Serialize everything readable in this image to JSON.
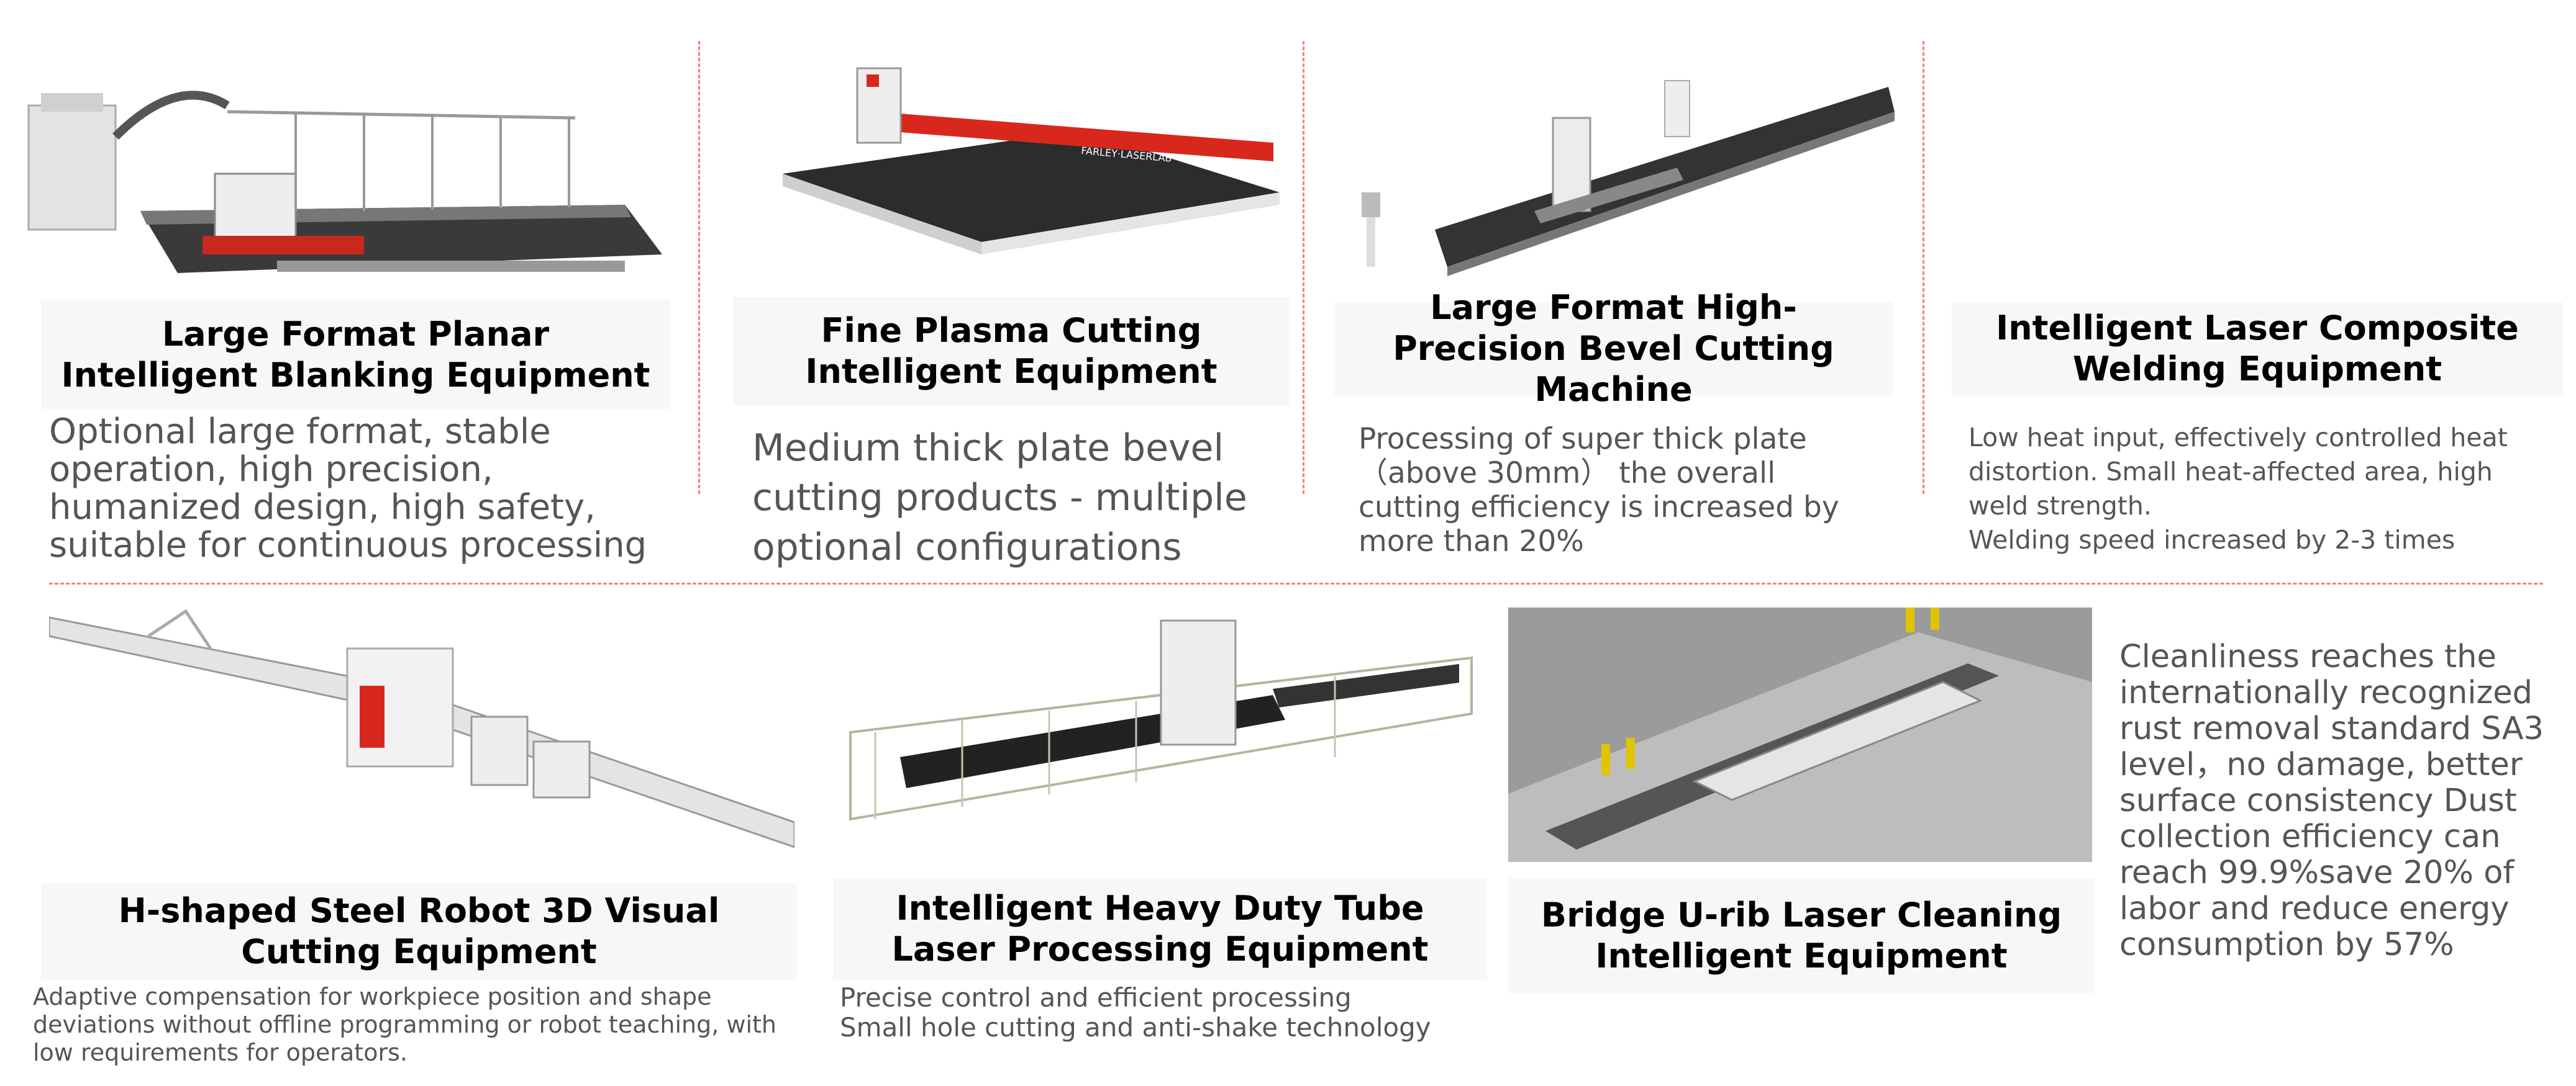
{
  "products": [
    {
      "title": "Large Format Planar Intelligent Blanking Equipment",
      "description": "Optional large format, stable operation, high precision, humanized design, high safety, suitable for continuous processing"
    },
    {
      "title": "Fine Plasma Cutting Intelligent Equipment",
      "description": "Medium thick plate bevel cutting products - multiple optional configurations",
      "machine_label": "FARLEY·LASERLAB"
    },
    {
      "title": "Large Format High-Precision Bevel Cutting Machine",
      "description": "Processing of super thick plate\n（above 30mm） the overall cutting efficiency is increased by more than 20%"
    },
    {
      "title": "Intelligent Laser Composite Welding Equipment",
      "description": "Low heat input, effectively controlled heat distortion. Small heat-affected area, high weld strength.\nWelding speed increased by 2-3 times"
    },
    {
      "title": "H-shaped Steel Robot 3D Visual Cutting Equipment",
      "description": "Adaptive compensation for workpiece position and shape deviations without offline programming or robot teaching, with low requirements for operators."
    },
    {
      "title": "Intelligent Heavy Duty Tube Laser Processing Equipment",
      "description": "Precise control and efficient processing\nSmall hole cutting and anti-shake technology"
    },
    {
      "title": "Bridge U-rib Laser Cleaning Intelligent Equipment",
      "description": "Cleanliness reaches the internationally recognized rust removal standard SA3 level，no damage, better surface consistency Dust collection efficiency can reach 99.9%save 20% of labor and reduce energy consumption by 57%"
    }
  ],
  "colors": {
    "accent": "#d8281e",
    "divider": "#f08080",
    "title_bg": "#f7f7f7",
    "desc_text": "#555555"
  }
}
